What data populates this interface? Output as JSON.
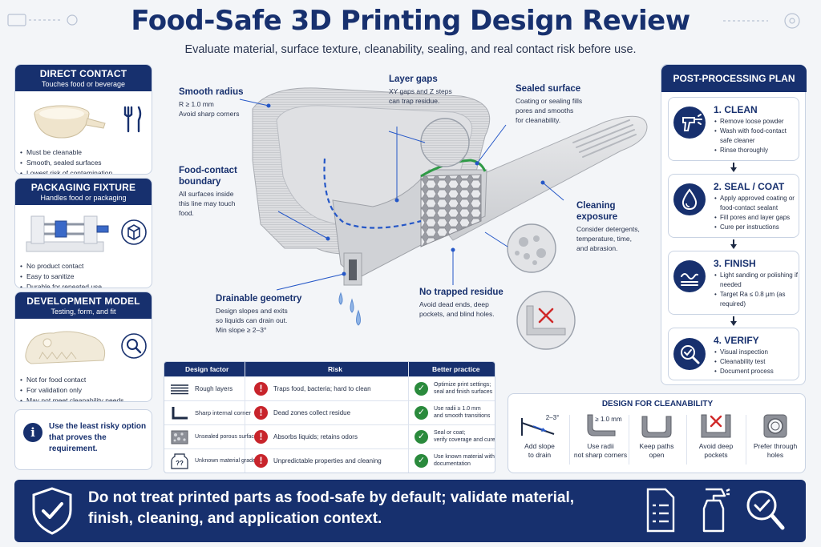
{
  "header": {
    "title": "Food-Safe 3D Printing Design Review",
    "subtitle": "Evaluate material, surface texture, cleanability, sealing, and real contact risk before use."
  },
  "categories": [
    {
      "title": "DIRECT CONTACT",
      "subtitle": "Touches food or beverage",
      "bullets": [
        "Must be cleanable",
        "Smooth, sealed surfaces",
        "Lowest risk of contamination"
      ]
    },
    {
      "title": "PACKAGING FIXTURE",
      "subtitle": "Handles food or packaging",
      "bullets": [
        "No product contact",
        "Easy to sanitize",
        "Durable for repeated use"
      ]
    },
    {
      "title": "DEVELOPMENT MODEL",
      "subtitle": "Testing, form, and fit",
      "bullets": [
        "Not for food contact",
        "For validation only",
        "May not meet cleanability needs"
      ]
    }
  ],
  "tip": "Use the least risky option that proves the requirement.",
  "callouts": {
    "smooth_radius": {
      "title": "Smooth radius",
      "lines": [
        "R ≥ 1.0 mm",
        "Avoid sharp corners"
      ]
    },
    "layer_gaps": {
      "title": "Layer gaps",
      "lines": [
        "XY gaps and Z steps",
        "can trap residue."
      ]
    },
    "sealed_surface": {
      "title": "Sealed surface",
      "lines": [
        "Coating or sealing fills",
        "pores and smooths",
        "for cleanability."
      ]
    },
    "food_contact": {
      "title": "Food-contact boundary",
      "lines": [
        "All surfaces inside",
        "this line may touch",
        "food."
      ]
    },
    "cleaning_exposure": {
      "title": "Cleaning exposure",
      "lines": [
        "Consider detergents,",
        "temperature, time,",
        "and abrasion."
      ]
    },
    "drainable": {
      "title": "Drainable geometry",
      "lines": [
        "Design slopes and exits",
        "so liquids can drain out.",
        "Min slope ≥ 2–3°"
      ]
    },
    "no_trapped": {
      "title": "No trapped residue",
      "lines": [
        "Avoid dead ends, deep",
        "pockets, and blind holes."
      ]
    }
  },
  "table": {
    "headers": [
      "Design factor",
      "Risk",
      "Better practice"
    ],
    "rows": [
      {
        "factor": "Rough layers",
        "risk": "Traps food, bacteria; hard to clean",
        "practice": [
          "Optimize print settings;",
          "seal and finish surfaces"
        ]
      },
      {
        "factor": "Sharp internal corner",
        "risk": "Dead zones collect residue",
        "practice": [
          "Use radii ≥ 1.0 mm",
          "and smooth transitions"
        ]
      },
      {
        "factor": "Unsealed porous surface",
        "risk": "Absorbs liquids; retains odors",
        "practice": [
          "Seal or coat;",
          "verify coverage and cure"
        ]
      },
      {
        "factor": "Unknown material grade",
        "risk": "Unpredictable properties and cleaning",
        "practice": [
          "Use known material with",
          "documentation"
        ]
      }
    ]
  },
  "plan": {
    "title": "POST-PROCESSING PLAN",
    "steps": [
      {
        "title": "1. CLEAN",
        "icon": "spray-gun-icon",
        "bullets": [
          "Remove loose powder",
          "Wash with food-contact safe cleaner",
          "Rinse thoroughly"
        ]
      },
      {
        "title": "2. SEAL / COAT",
        "icon": "droplet-icon",
        "bullets": [
          "Apply approved coating or food-contact sealant",
          "Fill pores and layer gaps",
          "Cure per instructions"
        ]
      },
      {
        "title": "3. FINISH",
        "icon": "surface-finish-icon",
        "bullets": [
          "Light sanding or polishing if needed",
          "Target Ra ≤ 0.8 µm (as required)"
        ]
      },
      {
        "title": "4. VERIFY",
        "icon": "magnifier-check-icon",
        "bullets": [
          "Visual inspection",
          "Cleanability test",
          "Document process"
        ]
      }
    ]
  },
  "cleanability": {
    "title": "DESIGN FOR CLEANABILITY",
    "items": [
      {
        "label": [
          "Add slope",
          "to drain"
        ],
        "figure": "2–3°"
      },
      {
        "label": [
          "Use radii",
          "not sharp corners"
        ],
        "figure": "≥ 1.0 mm"
      },
      {
        "label": [
          "Keep paths",
          "open"
        ]
      },
      {
        "label": [
          "Avoid deep",
          "pockets"
        ]
      },
      {
        "label": [
          "Prefer through",
          "holes"
        ]
      }
    ]
  },
  "banner": {
    "message": "Do not treat printed parts as food-safe by default; validate material, finish, cleaning, and application context."
  },
  "colors": {
    "navy": "#17306e",
    "risk_red": "#c8242b",
    "ok_green": "#2a8a3c",
    "seal_green": "#2f9a46",
    "boundary_blue": "#2557c7"
  }
}
